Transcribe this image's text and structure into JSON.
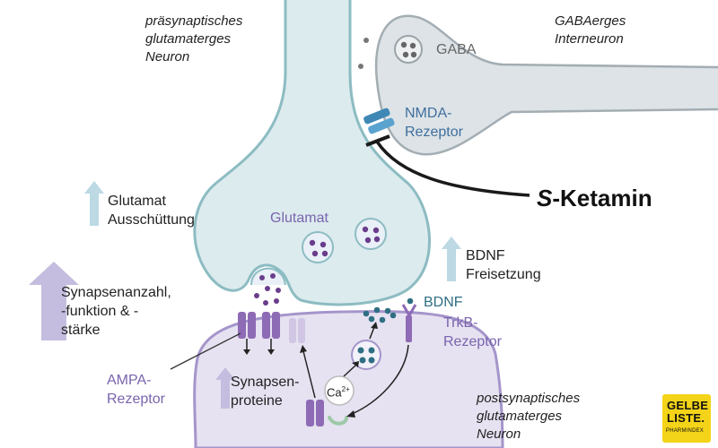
{
  "labels": {
    "pre_neuron": "präsynaptisches\nglutamaterges\nNeuron",
    "gaba_neuron": "GABAerges\nInterneuron",
    "gaba": "GABA",
    "nmda": "NMDA-\nRezeptor",
    "ketamin_prefix": "S",
    "ketamin_rest": "-Ketamin",
    "glutamat_release": "Glutamat\nAusschüttung",
    "glutamat": "Glutamat",
    "bdnf_release": "BDNF\nFreisetzung",
    "synapse": "Synapsenanzahl,\n-funktion & -\nstärke",
    "bdnf": "BDNF",
    "trkb": "TrkB-\nRezeptor",
    "ampa": "AMPA-\nRezeptor",
    "synapse_proteins": "Synapsen-\nproteine",
    "calcium": "Ca",
    "calcium_sup": "2+",
    "post_neuron": "postsynaptisches\nglutamaterges\nNeuron"
  },
  "logo": {
    "line1": "GELBE",
    "line2": "LISTE.",
    "line3": "PHARMINDEX"
  },
  "colors": {
    "neuron_fill": "#dcebee",
    "neuron_stroke": "#8cbcc2",
    "interneuron_fill": "#dde3e6",
    "interneuron_stroke": "#a3adb3",
    "post_fill": "#e6e2f1",
    "post_stroke": "#a595cb",
    "glutamate_dot": "#6a3d8c",
    "bdnf_dot": "#2f6f84",
    "arrow_up_light": "#bcd9e4",
    "arrow_up_purple": "#c5bddf",
    "logo_yellow": "#f4d418"
  }
}
